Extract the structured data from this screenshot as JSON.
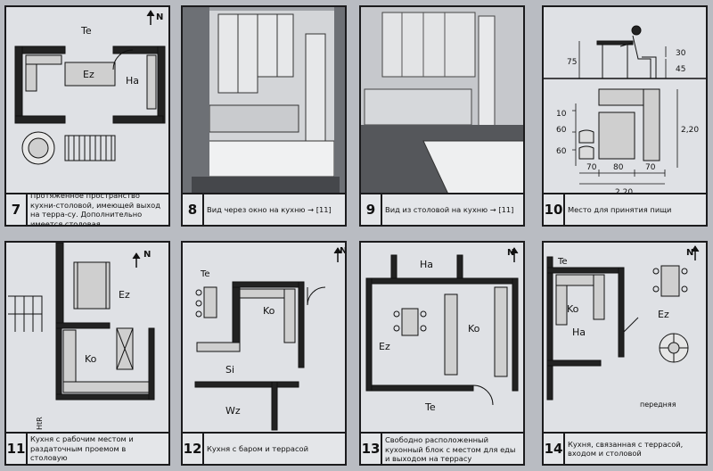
{
  "panels": [
    {
      "num": "7",
      "caption": "Протяженное пространство кухни-столовой, имеющей выход на терра-су. Дополнительно имеется столовая",
      "labels": {
        "te": "Te",
        "ez": "Ez",
        "ha": "Ha",
        "north": "N"
      }
    },
    {
      "num": "8",
      "caption": "Вид через окно на кухню → [11]"
    },
    {
      "num": "9",
      "caption": "Вид из столовой на кухню → [11]"
    },
    {
      "num": "10",
      "caption": "Место для принятия пищи",
      "dims": {
        "h75": "75",
        "h30": "30",
        "h45": "45",
        "d10": "10",
        "d60a": "60",
        "d60b": "60",
        "w70a": "70",
        "w80": "80",
        "w70b": "70",
        "h220": "2,20",
        "w220": "2,20"
      }
    },
    {
      "num": "11",
      "caption": "Кухня с рабочим местом и раздаточным проемом в столовую",
      "labels": {
        "ez": "Ez",
        "ko": "Ko",
        "ht": "HtR",
        "north": "N"
      }
    },
    {
      "num": "12",
      "caption": "Кухня с баром и террасой",
      "labels": {
        "te": "Te",
        "ko": "Ko",
        "si": "Si",
        "wz": "Wz",
        "north": "N"
      }
    },
    {
      "num": "13",
      "caption": "Свободно расположенный кухонный блок с местом для еды и выходом на террасу",
      "labels": {
        "ha": "Ha",
        "ez": "Ez",
        "ko": "Ko",
        "te": "Te",
        "north": "N"
      }
    },
    {
      "num": "14",
      "caption": "Кухня, связанная с террасой, входом и столовой",
      "labels": {
        "te": "Te",
        "ko": "Ko",
        "ha": "Ha",
        "ez": "Ez",
        "hall": "передняя",
        "north": "N"
      }
    }
  ]
}
